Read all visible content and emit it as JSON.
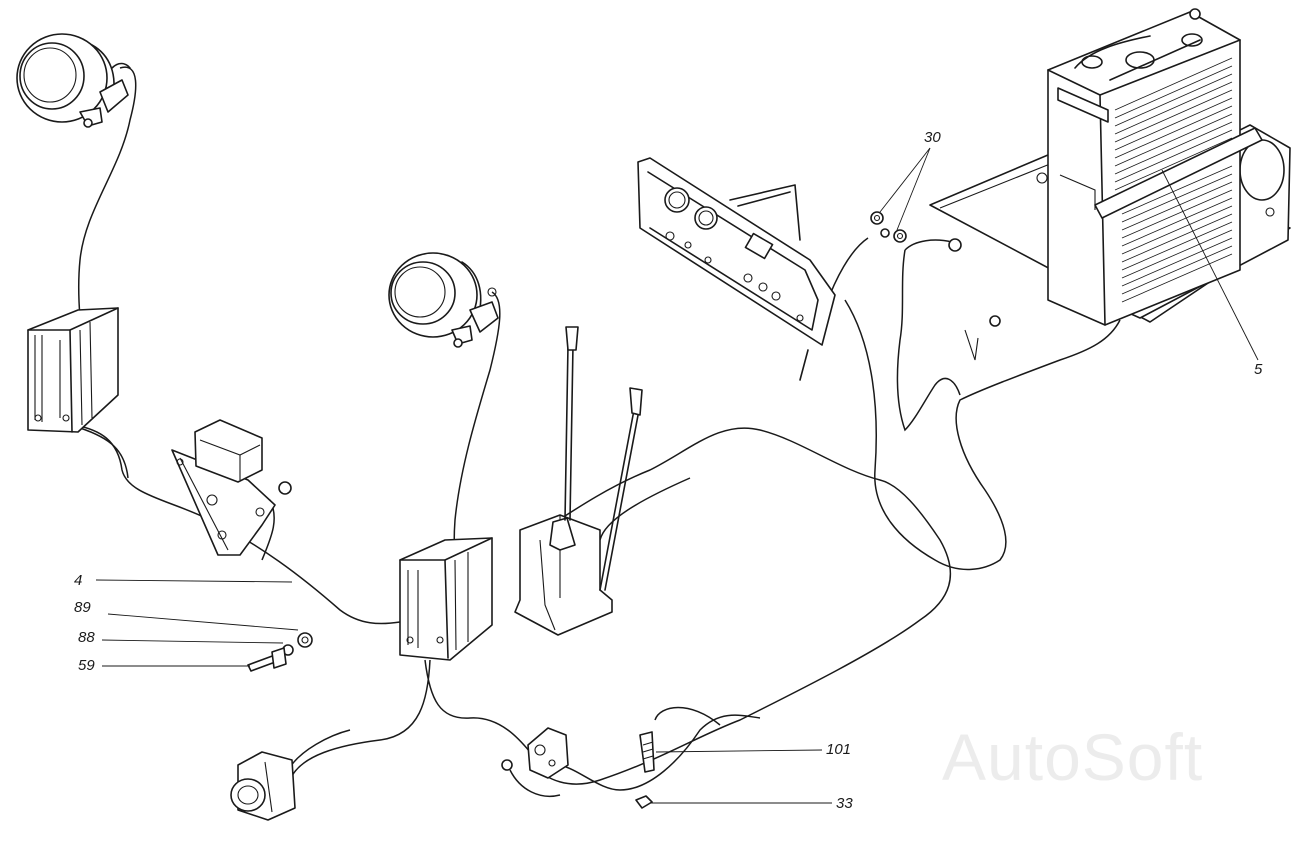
{
  "callouts": {
    "c4": "4",
    "c89": "89",
    "c88": "88",
    "c59": "59",
    "c30": "30",
    "c5": "5",
    "c101": "101",
    "c33": "33"
  },
  "watermark": "AutoSoft"
}
